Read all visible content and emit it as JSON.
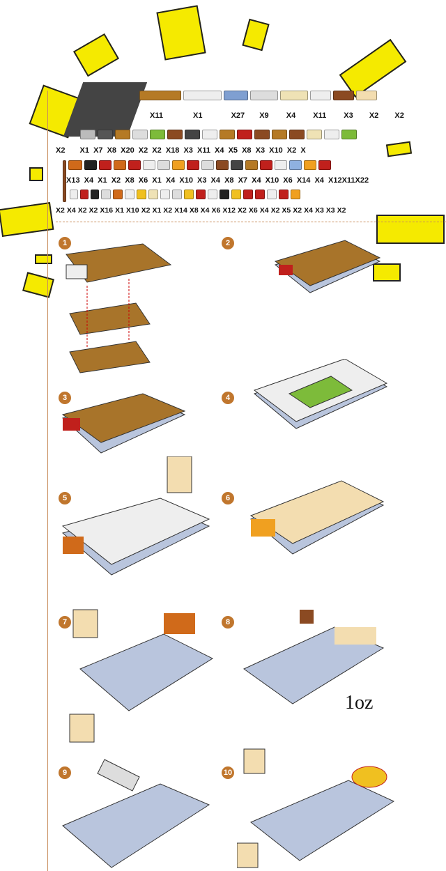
{
  "parts_counts": {
    "row1": [
      "X11",
      "X1",
      "X27",
      "X9",
      "X4",
      "X11",
      "X3",
      "X2",
      "X2"
    ],
    "row2": [
      "X2",
      "X1",
      "X7",
      "X8",
      "X20",
      "X2",
      "X2",
      "X18",
      "X3",
      "X11",
      "X4",
      "X5",
      "X8",
      "X3",
      "X10",
      "X2",
      "X"
    ],
    "row3": [
      "X13",
      "X4",
      "X1",
      "X2",
      "X8",
      "X6",
      "X1",
      "X4",
      "X10",
      "X3",
      "X4",
      "X8",
      "X7",
      "X4",
      "X10",
      "X6",
      "X14",
      "X4",
      "X12X11X22"
    ],
    "row4": [
      "X2",
      "X4",
      "X2",
      "X2",
      "X16",
      "X1",
      "X10",
      "X2",
      "X1",
      "X2",
      "X14",
      "X8",
      "X4",
      "X6",
      "X12",
      "X2",
      "X6",
      "X4",
      "X2",
      "X5",
      "X2",
      "X4",
      "X3",
      "X3",
      "X2"
    ]
  },
  "steps": [
    "1",
    "2",
    "3",
    "4",
    "5",
    "6",
    "7",
    "8",
    "9",
    "10"
  ],
  "stamp_text": "1oz",
  "colors": {
    "yellow": "#f5ea00",
    "brown": "#a8742a",
    "step": "#c0762d",
    "gray": "#b9c5dd"
  }
}
